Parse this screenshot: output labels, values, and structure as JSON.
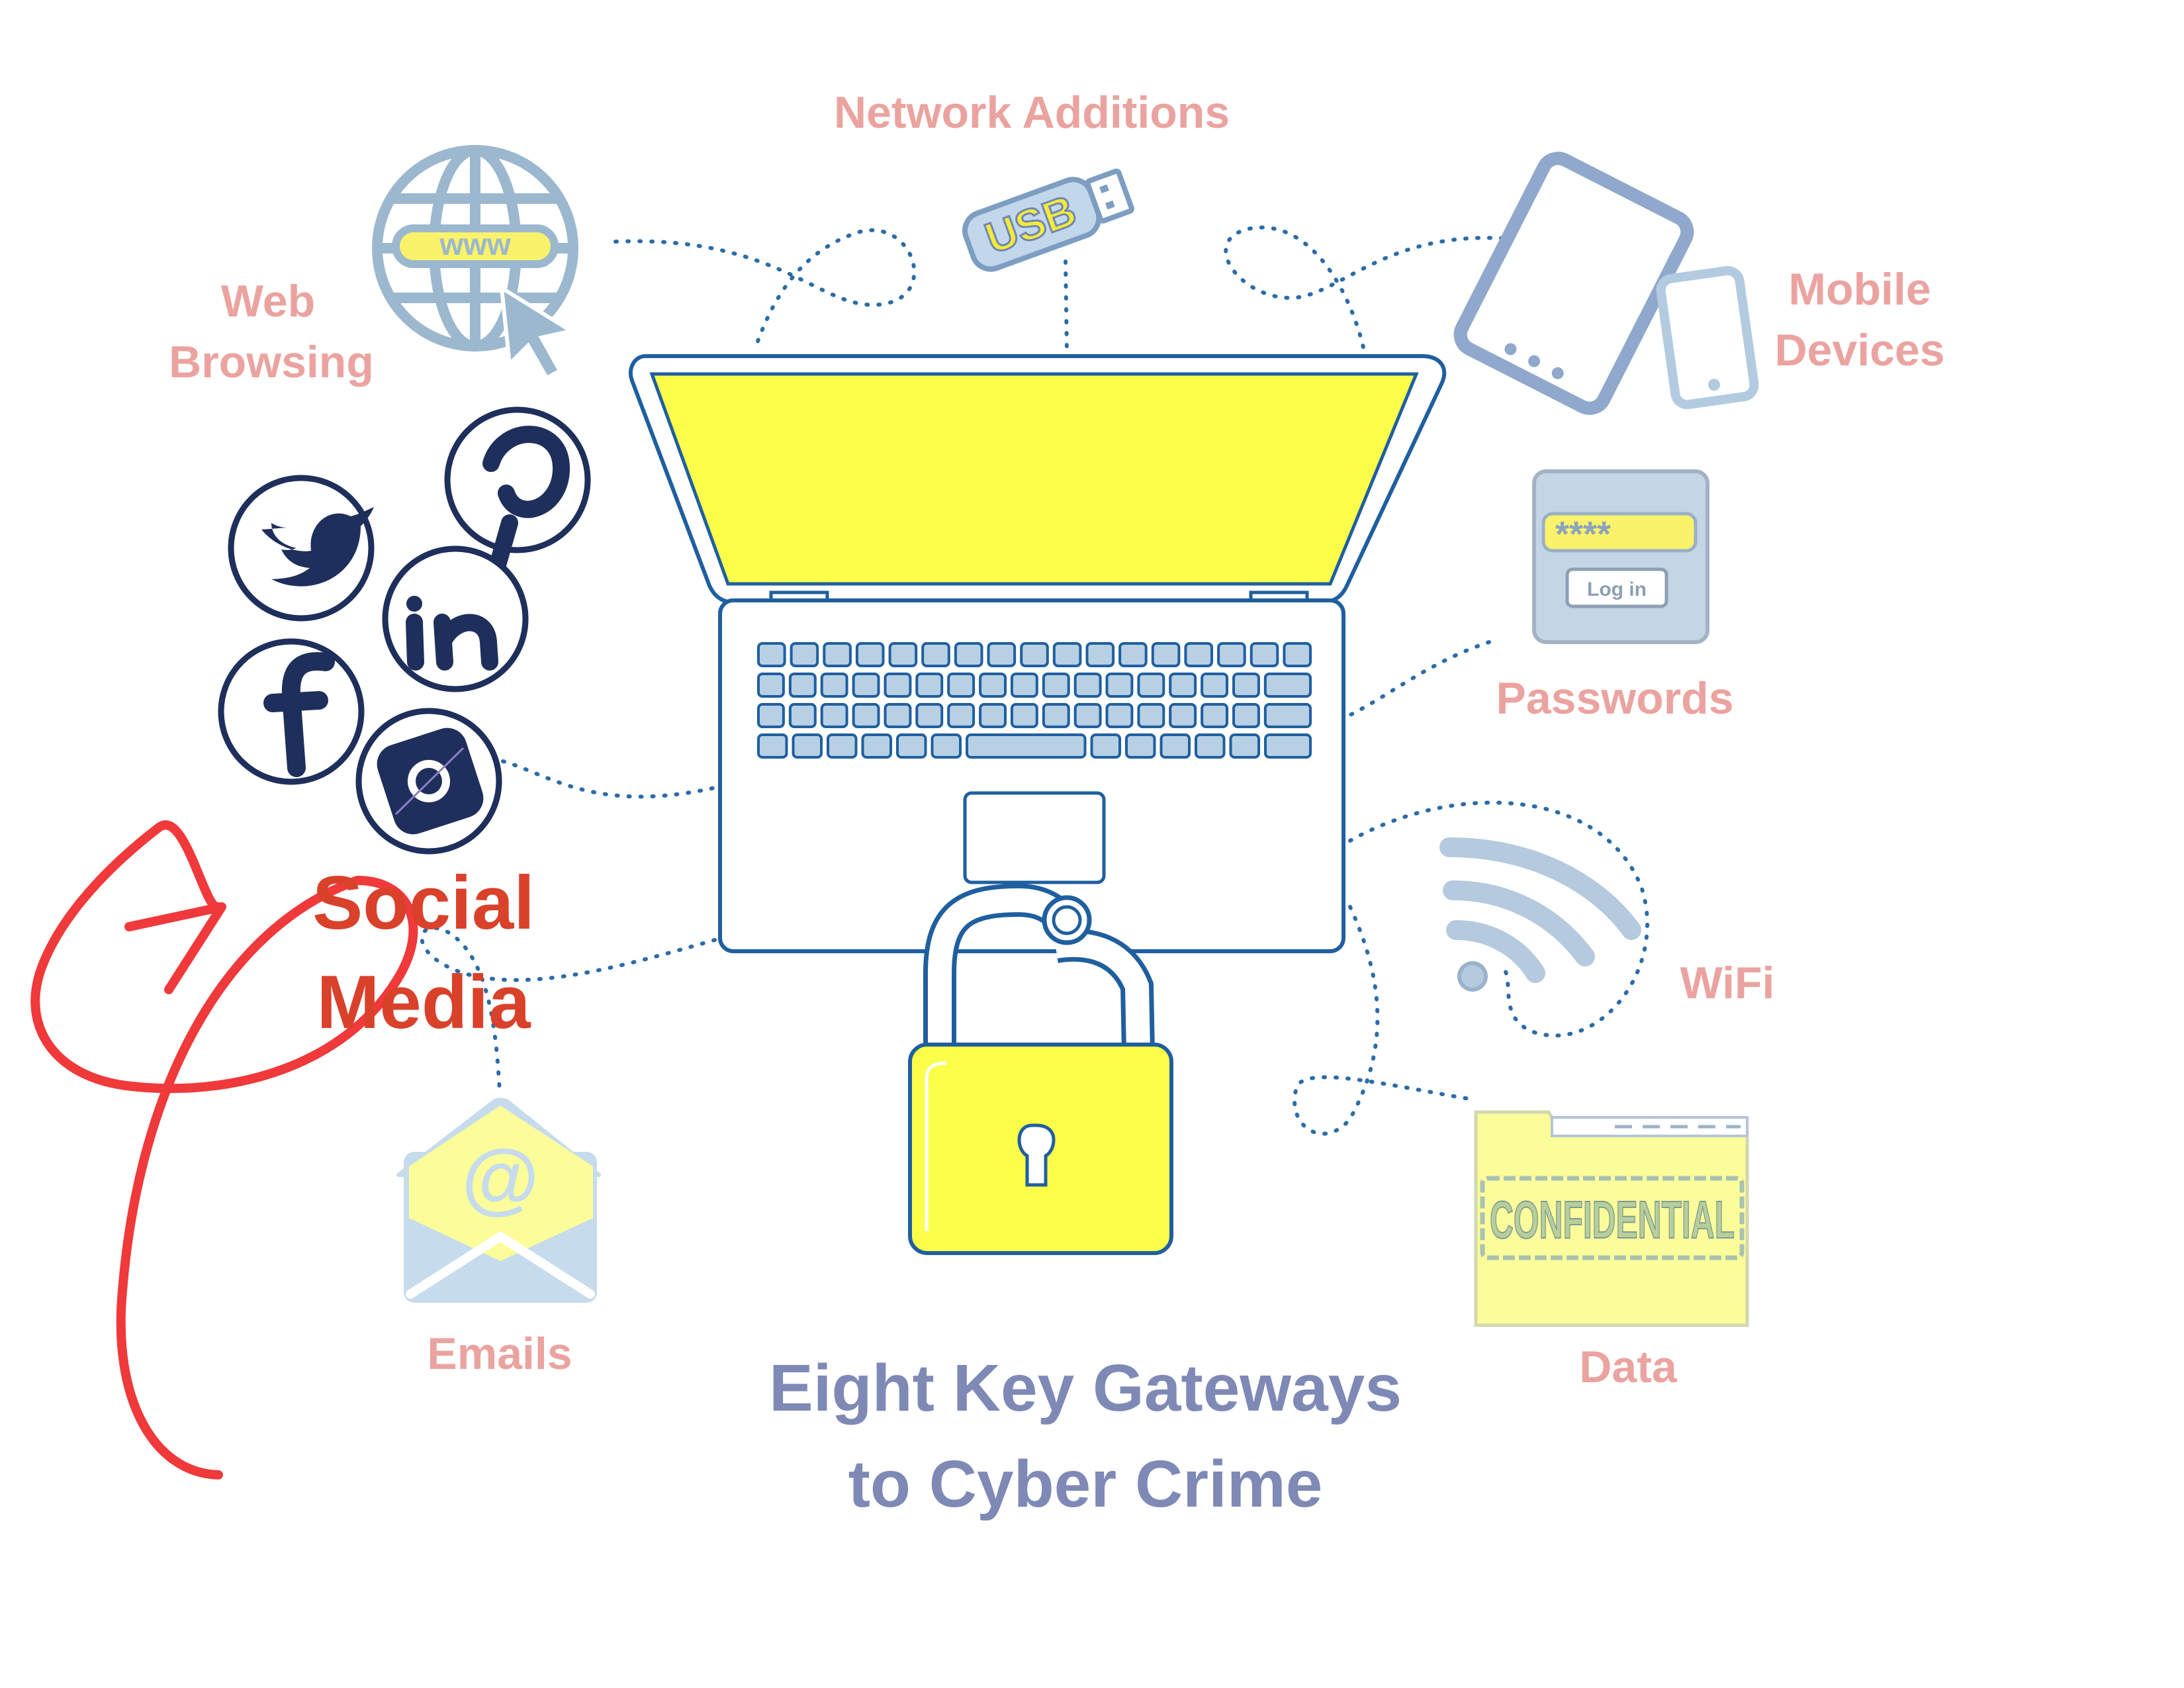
{
  "title": {
    "line1": "Eight Key Gateways",
    "line2": "to Cyber Crime"
  },
  "gateways": {
    "network_additions": "Network Additions",
    "web_browsing": {
      "line1": "Web",
      "line2": "Browsing"
    },
    "mobile_devices": {
      "line1": "Mobile",
      "line2": "Devices"
    },
    "passwords": "Passwords",
    "social_media": {
      "line1": "Social",
      "line2": "Media"
    },
    "wifi": "WiFi",
    "emails": "Emails",
    "data": "Data"
  },
  "icon_text": {
    "www": "www",
    "usb": "USB",
    "password_mask": "****",
    "login_button": "Log in",
    "email_at": "@",
    "confidential": "CONFIDENTIAL"
  },
  "icons": [
    "globe-icon",
    "usb-drive-icon",
    "tablet-icon",
    "phone-icon",
    "login-panel-icon",
    "pinterest-icon",
    "twitter-icon",
    "linkedin-icon",
    "facebook-icon",
    "instagram-icon",
    "wifi-icon",
    "envelope-icon",
    "folder-icon",
    "laptop-icon",
    "padlock-icon",
    "red-arrow-icon"
  ],
  "colors": {
    "label_pink": "#eba3a0",
    "highlight_red": "#d9412b",
    "title_blue": "#7f89b6",
    "laptop_outline": "#1f5fa0",
    "screen_yellow": "#fbff4a",
    "light_blue": "#b8d0e4",
    "dark_navy": "#1f2f5c"
  }
}
